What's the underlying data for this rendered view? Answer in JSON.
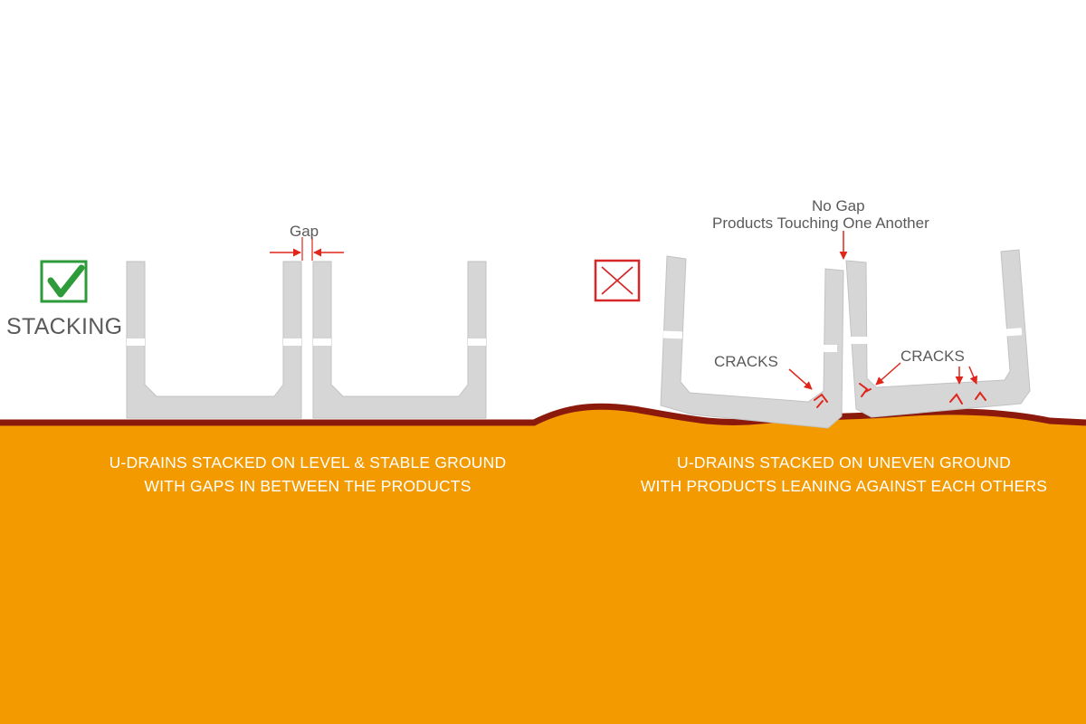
{
  "labels": {
    "stacking": "STACKING",
    "gap": "Gap",
    "no_gap": "No Gap",
    "products_touching": "Products Touching One Another",
    "cracks_left": "CRACKS",
    "cracks_right": "CRACKS"
  },
  "captions": {
    "left_line1": "U-DRAINS STACKED ON LEVEL & STABLE GROUND",
    "left_line2": "WITH GAPS IN BETWEEN THE PRODUCTS",
    "right_line1": "U-DRAINS STACKED ON UNEVEN GROUND",
    "right_line2": "WITH PRODUCTS LEANING AGAINST EACH OTHERS"
  },
  "icons": {
    "correct": "check-icon",
    "wrong": "cross-icon"
  },
  "colors": {
    "ground": "#f39a00",
    "ground_edge": "#8b1a0c",
    "drain_fill": "#d6d6d6",
    "drain_stroke": "#c2c2c2",
    "check": "#2e9b3a",
    "cross": "#d62828",
    "arrow": "#e0261b",
    "text": "#5a5a5a"
  }
}
